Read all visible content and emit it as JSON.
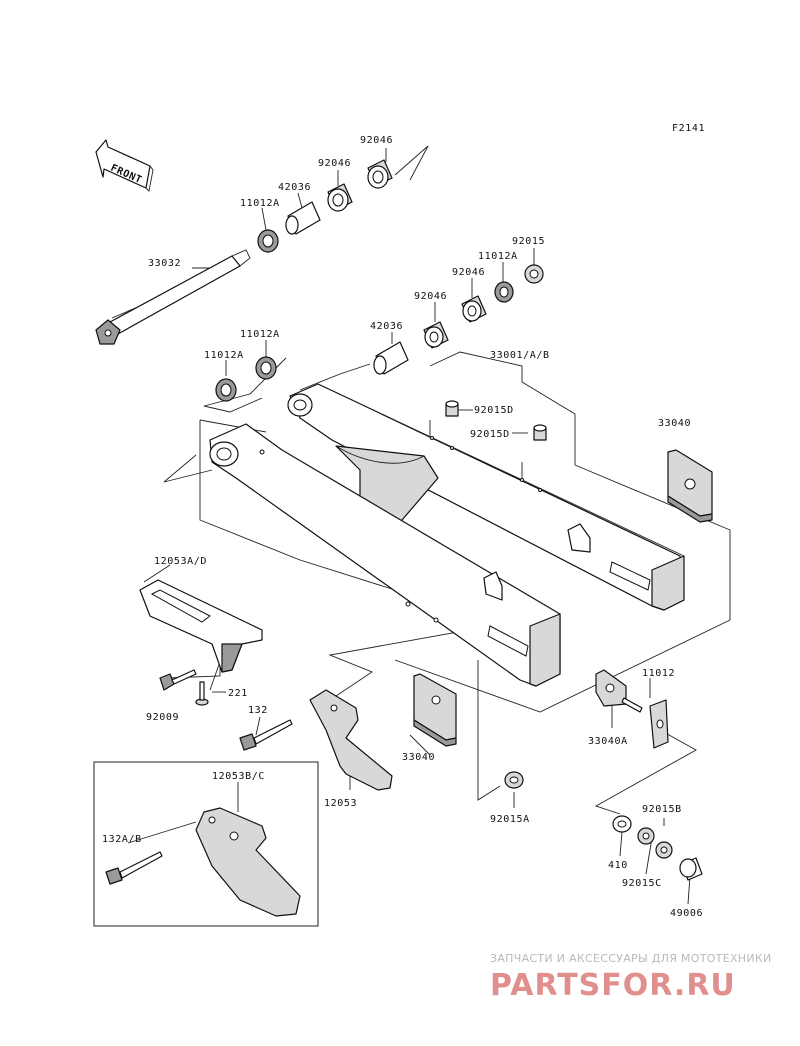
{
  "figure_code": "F2141",
  "front_label": "FRONT",
  "parts": {
    "p92046_top": "92046",
    "p92046_mid": "92046",
    "p42036_top": "42036",
    "p11012A_top": "11012A",
    "p33032": "33032",
    "p92015_top": "92015",
    "p11012A_r": "11012A",
    "p92046_r1": "92046",
    "p92046_r2": "92046",
    "p42036_mid": "42036",
    "p11012A_l1": "11012A",
    "p11012A_l2": "11012A",
    "p33001": "33001/A/B",
    "p92015D_1": "92015D",
    "p92015D_2": "92015D",
    "p33040_r": "33040",
    "p12053AD": "12053A/D",
    "p221": "221",
    "p92009": "92009",
    "p132": "132",
    "p12053": "12053",
    "p33040_c": "33040",
    "p11012": "11012",
    "p33040A": "33040A",
    "p92015A": "92015A",
    "p92015B": "92015B",
    "p410": "410",
    "p92015C": "92015C",
    "p49006": "49006",
    "p12053BC": "12053B/C",
    "p132AB": "132A/B"
  },
  "watermark": {
    "subtitle": "ЗАПЧАСТИ И АКСЕССУАРЫ ДЛЯ МОТОТЕХНИКИ",
    "logo": "PARTSFOR.RU"
  }
}
